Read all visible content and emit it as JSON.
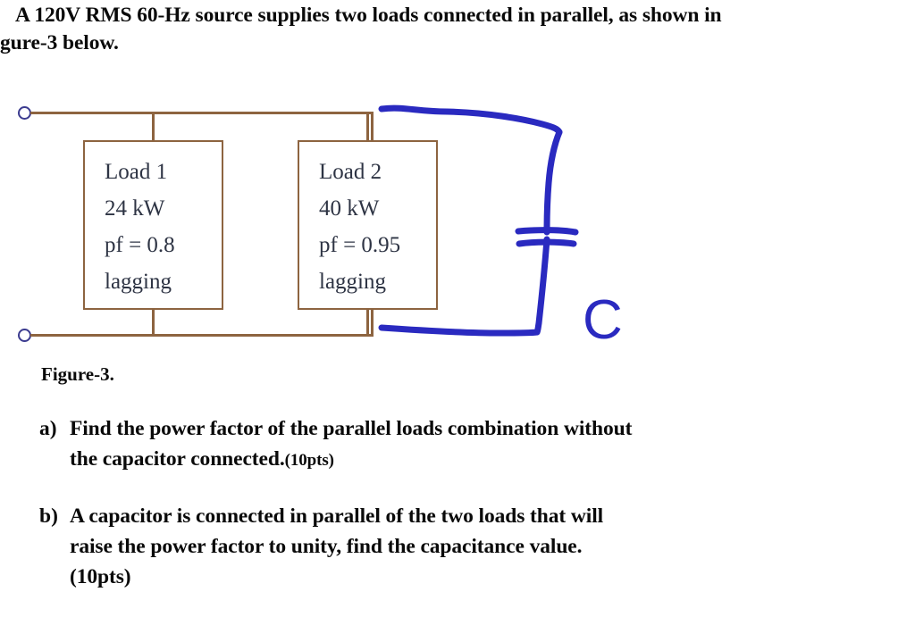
{
  "document": {
    "statement_lines": [
      "A 120V RMS 60-Hz source supplies two loads connected in parallel, as shown in",
      "gure-3 below."
    ],
    "figure_caption": "Figure-3."
  },
  "figure": {
    "wire_color": "#8d6440",
    "terminal_color": "#3b3b8f",
    "annotation_color": "#2a2ac0",
    "load_text_color": "#2e3444",
    "loads": [
      {
        "title": "Load 1",
        "power": "24 kW",
        "power_factor": "pf = 0.8",
        "phase": "lagging"
      },
      {
        "title": "Load 2",
        "power": "40 kW",
        "power_factor": "pf = 0.95",
        "phase": "lagging"
      }
    ],
    "annotation": {
      "capacitor_label": "C"
    }
  },
  "questions": [
    {
      "marker": "a)",
      "lines": [
        "Find the power factor of the parallel loads combination without",
        "the capacitor connected."
      ],
      "points": "(10pts)",
      "points_inline_after_line": 1
    },
    {
      "marker": "b)",
      "lines": [
        "A capacitor is connected in parallel of the two loads that will",
        "raise the power factor to unity, find the capacitance value."
      ],
      "points": "(10pts)",
      "points_inline_after_line": -1
    }
  ]
}
